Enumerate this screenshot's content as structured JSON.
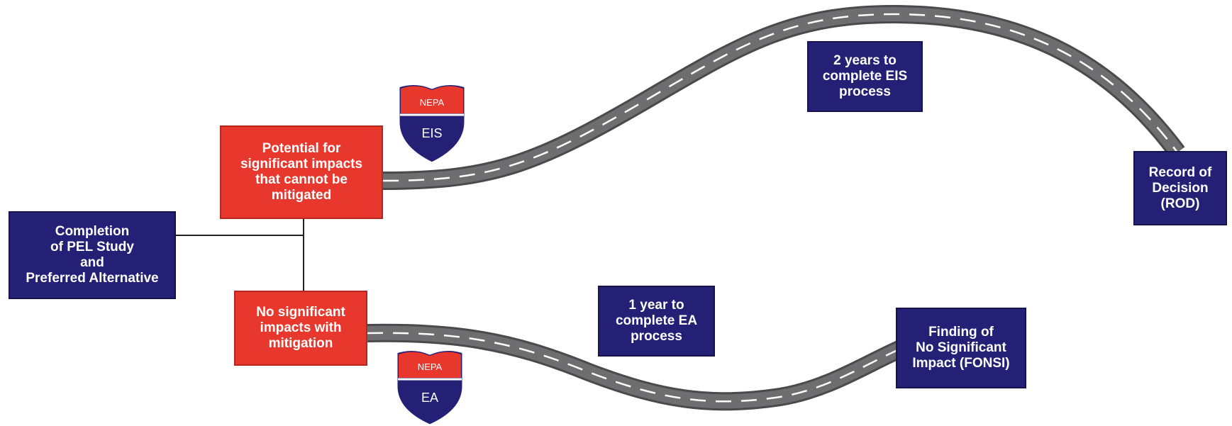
{
  "colors": {
    "box_blue": "#232076",
    "box_red": "#e8372c",
    "road": "#6e6e70",
    "road_edge": "#4a4a4c",
    "lane_marking": "#ffffff"
  },
  "start": {
    "label": "Completion\nof PEL Study\nand\nPreferred Alternative"
  },
  "conditions": {
    "eis": {
      "label": "Potential for\nsignificant impacts\nthat cannot be\nmitigated"
    },
    "ea": {
      "label": "No significant\nimpacts with\nmitigation"
    }
  },
  "durations": {
    "eis": {
      "label": "2 years to\ncomplete EIS\nprocess"
    },
    "ea": {
      "label": "1 year to\ncomplete EA\nprocess"
    }
  },
  "outcomes": {
    "rod": {
      "label": "Record of\nDecision\n(ROD)"
    },
    "fonsi": {
      "label": "Finding of\nNo Significant\nImpact (FONSI)"
    }
  },
  "shields": {
    "eis": {
      "top": "NEPA",
      "bottom": "EIS"
    },
    "ea": {
      "top": "NEPA",
      "bottom": "EA"
    }
  }
}
